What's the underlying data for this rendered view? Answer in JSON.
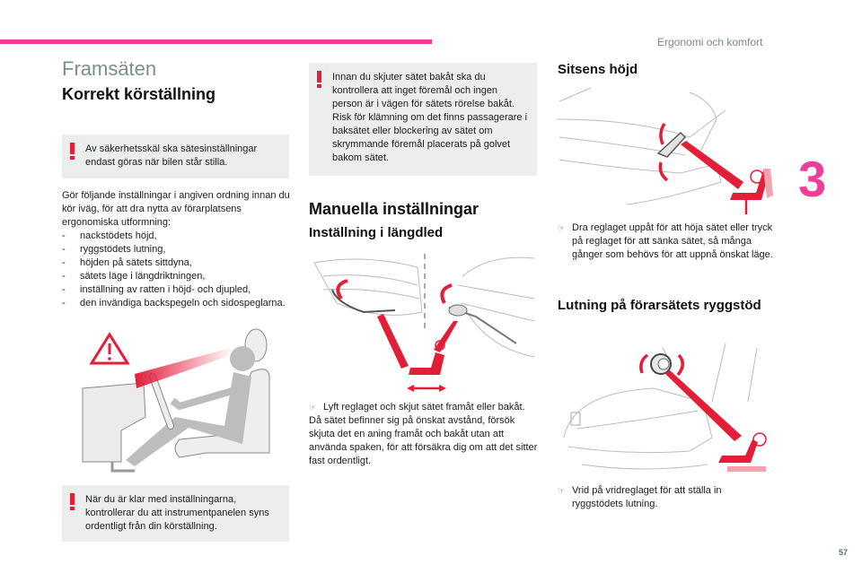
{
  "header": {
    "chapter_title": "Ergonomi och komfort",
    "chapter_number": "3",
    "page_number": "57",
    "accent_color": "#f0389a"
  },
  "left": {
    "section_title": "Framsäten",
    "heading": "Korrekt körställning",
    "warning_top": "Av säkerhetsskäl ska sätesinställningar endast göras när bilen står stilla.",
    "intro": "Gör följande inställningar i angiven ordning innan du kör iväg, för att dra nytta av förarplatsens ergonomiska utformning:",
    "list": [
      "nackstödets höjd,",
      "ryggstödets lutning,",
      "höjden på sätets sittdyna,",
      "sätets läge i längdriktningen,",
      "inställning av ratten i höjd- och djupled,",
      "den invändiga backspegeln och sidospeglarna."
    ],
    "illustration": "driver-position-illustration",
    "warning_bottom": "När du är klar med inställningarna, kontrollerar du att instrumentpanelen syns ordentligt från din körställning."
  },
  "middle": {
    "warning": "Innan du skjuter sätet bakåt ska du kontrollera att inget föremål och ingen person är i vägen för sätets rörelse bakåt. Risk för klämning om det finns passagerare i baksätet eller blockering av sätet om skrymmande föremål placerats på golvet bakom sätet.",
    "heading": "Manuella inställningar",
    "subheading": "Inställning i längdled",
    "illustration": "seat-longitudinal-adjustment-illustration",
    "step": "Lyft reglaget och skjut sätet framåt eller bakåt.",
    "paragraph": "Då sätet befinner sig på önskat avstånd, försök skjuta det en aning framåt och bakåt utan att använda spaken, för att försäkra dig om att det sitter fast ordentligt."
  },
  "right": {
    "heading_height": "Sitsens höjd",
    "illustration_height": "seat-height-lever-illustration",
    "step_height": "Dra reglaget uppåt för att höja sätet eller tryck på reglaget för att sänka sätet, så många gånger som behövs för att uppnå önskat läge.",
    "heading_recline": "Lutning på förarsätets ryggstöd",
    "illustration_recline": "seat-backrest-knob-illustration",
    "step_recline": "Vrid på vridreglaget för att ställa in ryggstödets lutning."
  },
  "icons": {
    "step_marker": "☞",
    "warning": "!"
  }
}
